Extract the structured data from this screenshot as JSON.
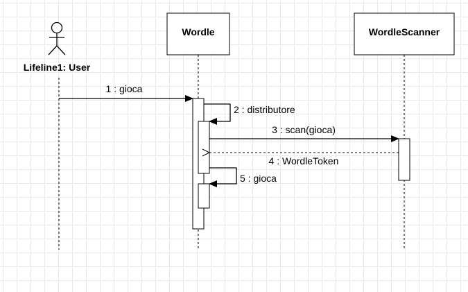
{
  "diagram": {
    "actor": {
      "label": "Lifeline1: User"
    },
    "lifelines": [
      {
        "id": "wordle",
        "label": "Wordle"
      },
      {
        "id": "scanner",
        "label": "WordleScanner"
      }
    ],
    "messages": [
      {
        "id": "m1",
        "label": "1 : gioca",
        "kind": "sync"
      },
      {
        "id": "m2",
        "label": "2 : distributore",
        "kind": "self"
      },
      {
        "id": "m3",
        "label": "3 : scan(gioca)",
        "kind": "sync"
      },
      {
        "id": "m4",
        "label": "4 : WordleToken",
        "kind": "return"
      },
      {
        "id": "m5",
        "label": "5 : gioca",
        "kind": "self"
      }
    ]
  }
}
